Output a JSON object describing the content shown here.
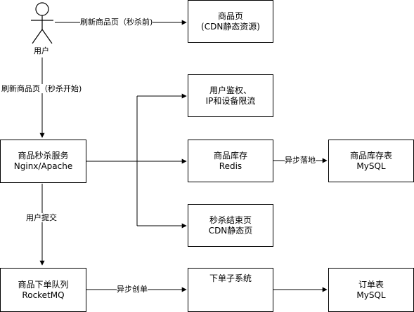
{
  "actor": {
    "label": "用户"
  },
  "boxes": {
    "product_page": [
      "商品页",
      "(CDN静态资源)"
    ],
    "auth": [
      "用户鉴权、",
      "IP和设备限流"
    ],
    "seckill_service": [
      "商品秒杀服务",
      "Nginx/Apache"
    ],
    "stock_redis": [
      "商品库存",
      "Redis"
    ],
    "stock_table": [
      "商品库存表",
      "MySQL"
    ],
    "end_page": [
      "秒杀结束页",
      "CDN静态页"
    ],
    "order_queue": [
      "商品下单队列",
      "RocketMQ"
    ],
    "order_subsystem": [
      "下单子系统"
    ],
    "order_table": [
      "订单表",
      "MySQL"
    ]
  },
  "edges": {
    "refresh_before": "刷新商品页（秒杀前)",
    "refresh_start": "刷新商品页（秒杀开始)",
    "user_submit": "用户提交",
    "async_persist": "异步落地",
    "async_create": "异步创单"
  }
}
